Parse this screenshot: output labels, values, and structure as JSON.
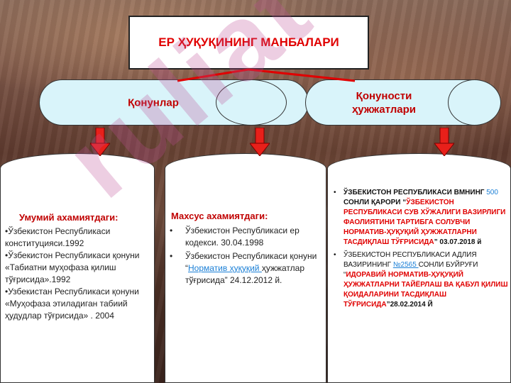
{
  "title": "ЕР ҲУҚУҚИНИНГ МАНБАЛАРИ",
  "watermark": "ruliat",
  "left_bar": {
    "label": "Қонунлар"
  },
  "right_bar": {
    "label": "Қонуности ҳужжатлари"
  },
  "colors": {
    "title_red": "#e00000",
    "panel_red": "#c00000",
    "bar_fill": "#d9f4fa",
    "link_blue": "#1a7fd6",
    "arrow_red": "#e8201a"
  },
  "panel1": {
    "heading": "Умумий ахамиятдаги:",
    "items": [
      "•Ўзбекистон Республикаси конституцияси.1992",
      "•Ўзбекистон Республикаси қонуни «Табиатни муҳофаза қилиш тўғрисида».1992",
      "•Узбекистан Республикаси қонуни «Муҳофаза этиладиган табиий ҳудудлар тўғрисида» . 2004"
    ]
  },
  "panel2": {
    "heading": "Махсус ахамиятдаги:",
    "item1": "Ўзбекистон Республикаси ер кодекси. 30.04.1998",
    "item2_prefix": "Ўзбекистон Республикаси қонуни “",
    "item2_link": "Норматив ҳуқуқий ",
    "item2_suffix": "ҳужжатлар тўғрисида” 24.12.2012 й."
  },
  "panel3": {
    "item1_a": "ЎЗБЕКИСТОН РЕСПУБЛИКАСИ ВМНИНГ ",
    "item1_num": "500 ",
    "item1_b": "СОНЛИ ҚАРОРИ “",
    "item1_red": "ЎЗБЕКИСТОН РЕСПУБЛИКАСИ СУВ ХЎЖАЛИГИ ВАЗИРЛИГИ ФАОЛИЯТИНИ ТАРТИБГА СОЛУВЧИ НОРМАТИВ-ҲУҚУҚИЙ ҲУЖЖАТЛАРНИ ТАСДИҚЛАШ ТЎҒРИСИДА",
    "item1_date": "” 03.07.2018 й",
    "item2_a": "ЎЗБЕКИСТОН РЕСПУБЛИКАСИ АДЛИЯ ВАЗИРИНИНГ ",
    "item2_num": "№2565 ",
    "item2_b": "СОНЛИ БУЙРУҒИ “",
    "item2_red": "ИДОРАВИЙ НОРМАТИВ-ҲУҚУҚИЙ ҲУЖЖАТЛАРНИ ТАЙЁРЛАШ ВА ҚАБУЛ ҚИЛИШ ҚОИДАЛАРИНИ ТАСДИҚЛАШ ТЎҒРИСИДА",
    "item2_date": "”28.02.2014 Й"
  }
}
